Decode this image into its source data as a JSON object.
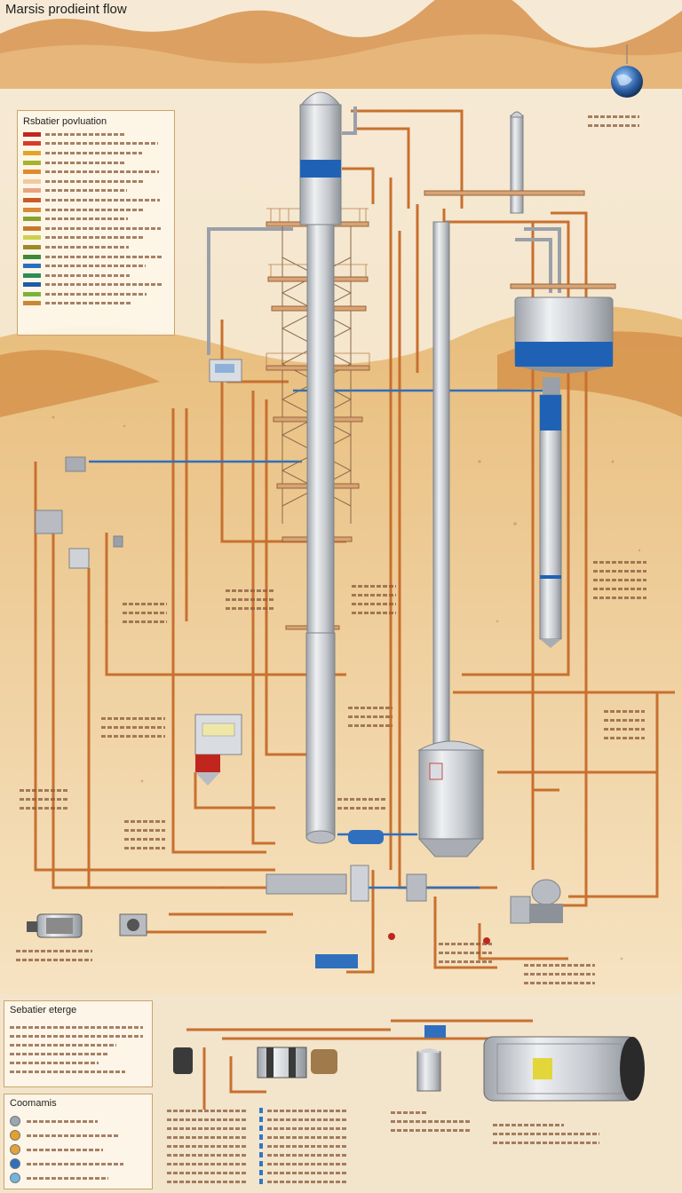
{
  "header": {
    "title": "Marsis prodieint flow"
  },
  "legend": {
    "title": "Rsbatier povluation",
    "swatches": [
      "#c0261e",
      "#d93a2b",
      "#e2a425",
      "#a7b32d",
      "#e28a2b",
      "#f0c9a0",
      "#e8a47f",
      "#c95a2a",
      "#d88a3a",
      "#8aa12d",
      "#c77a2a",
      "#cfd14b",
      "#9a8a2a",
      "#3b8a3b",
      "#2a6fbf",
      "#2e8b57",
      "#1f5aa6",
      "#7bb23a",
      "#c8892e"
    ]
  },
  "storage": {
    "title": "Sebatier eterge"
  },
  "components": {
    "title": "Coomamis",
    "dots": [
      "#9aa6b2",
      "#e4a12a",
      "#e3a33a",
      "#2f6fbe",
      "#6fb5de"
    ]
  },
  "colors": {
    "pipe": "#c8702f",
    "steel": "#cfd3d8",
    "blue": "#1f62b5",
    "sand": "#e2b06b",
    "dune": "#d49048"
  },
  "icons": [
    "globe-icon",
    "sabatier-reactor-icon",
    "storage-tank-icon",
    "compressor-icon",
    "electrolyzer-icon",
    "pump-icon"
  ]
}
